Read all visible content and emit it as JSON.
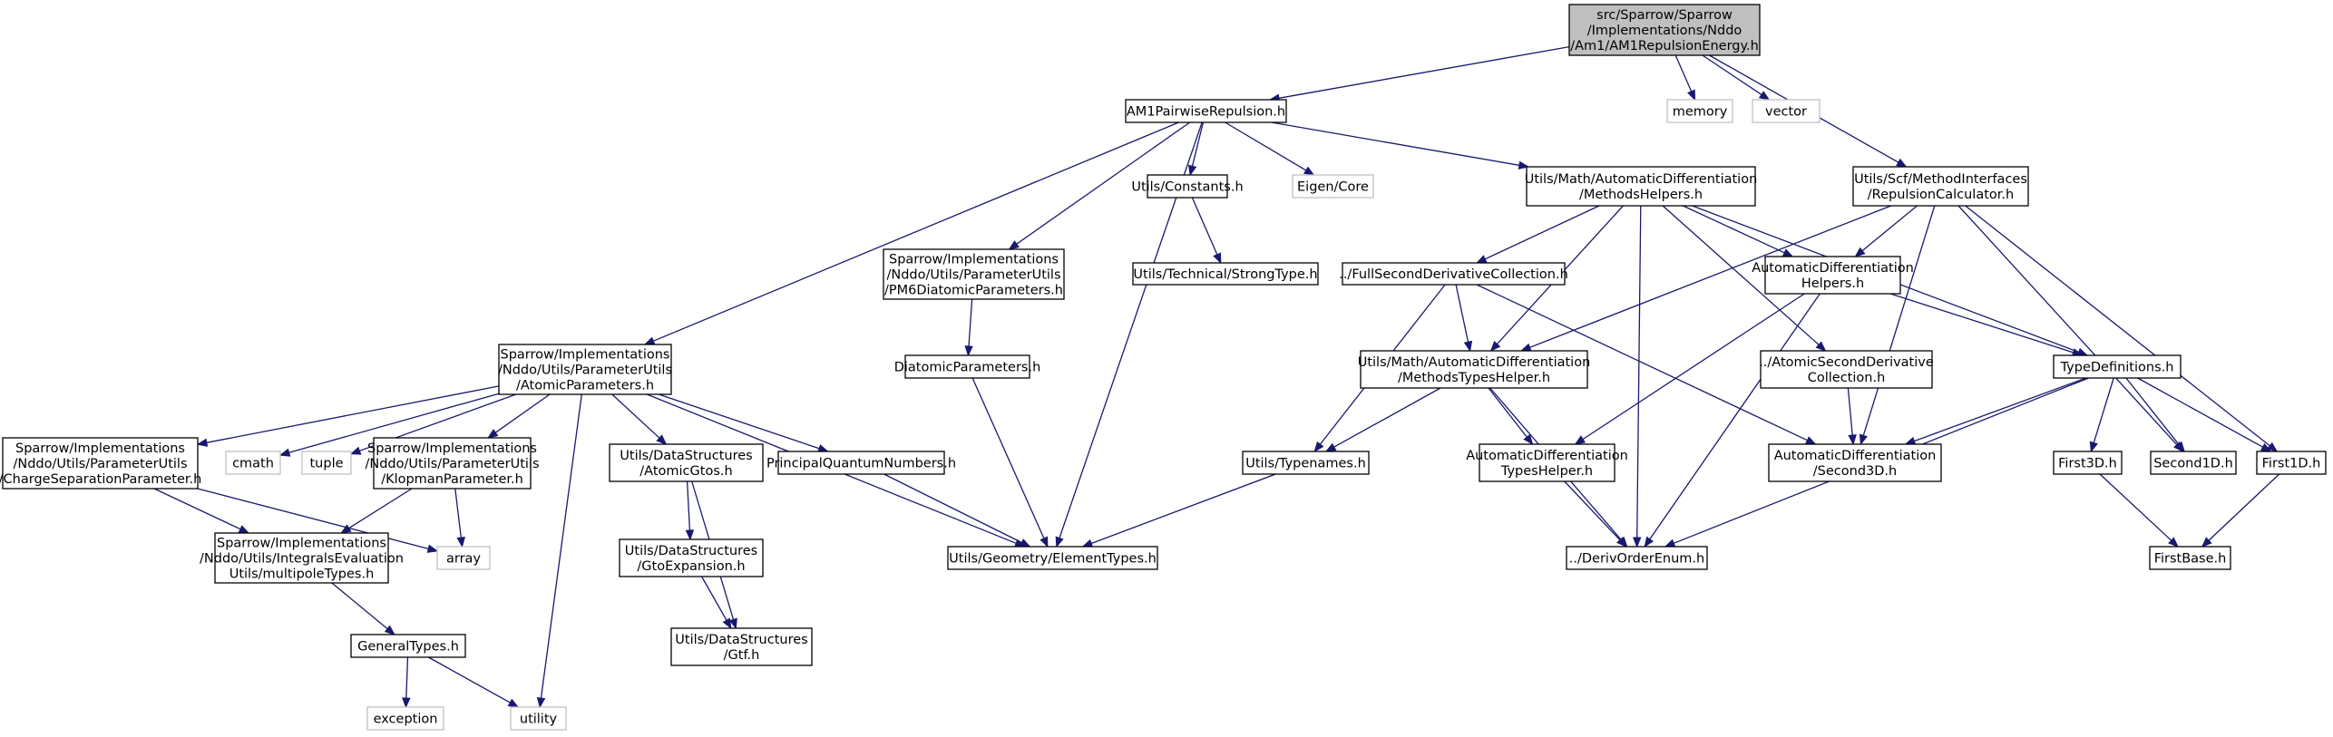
{
  "graph": {
    "type": "include-dependency-graph",
    "nodes": [
      {
        "id": "root",
        "label": "src/Sparrow/Sparrow\n/Implementations/Nddo\n/Am1/AM1RepulsionEnergy.h",
        "kind": "root"
      },
      {
        "id": "am1pr",
        "label": "AM1PairwiseRepulsion.h",
        "kind": "file"
      },
      {
        "id": "memory",
        "label": "memory",
        "kind": "external"
      },
      {
        "id": "vector",
        "label": "vector",
        "kind": "external"
      },
      {
        "id": "repcalc",
        "label": "Utils/Scf/MethodInterfaces\n/RepulsionCalculator.h",
        "kind": "file"
      },
      {
        "id": "consts",
        "label": "Utils/Constants.h",
        "kind": "file"
      },
      {
        "id": "eigen",
        "label": "Eigen/Core",
        "kind": "external"
      },
      {
        "id": "methelp",
        "label": "Utils/Math/AutomaticDifferentiation\n/MethodsHelpers.h",
        "kind": "file"
      },
      {
        "id": "strongtype",
        "label": "Utils/Technical/StrongType.h",
        "kind": "file"
      },
      {
        "id": "pm6dia",
        "label": "Sparrow/Implementations\n/Nddo/Utils/ParameterUtils\n/PM6DiatomicParameters.h",
        "kind": "file"
      },
      {
        "id": "fullsec",
        "label": "../FullSecondDerivativeCollection.h",
        "kind": "file"
      },
      {
        "id": "adhelp",
        "label": "AutomaticDifferentiation\nHelpers.h",
        "kind": "file"
      },
      {
        "id": "diapar",
        "label": "DiatomicParameters.h",
        "kind": "file"
      },
      {
        "id": "atompar",
        "label": "Sparrow/Implementations\n/Nddo/Utils/ParameterUtils\n/AtomicParameters.h",
        "kind": "file"
      },
      {
        "id": "mthelper",
        "label": "Utils/Math/AutomaticDifferentiation\n/MethodsTypesHelper.h",
        "kind": "file"
      },
      {
        "id": "atomsec",
        "label": "../AtomicSecondDerivative\nCollection.h",
        "kind": "file"
      },
      {
        "id": "typedefs",
        "label": "TypeDefinitions.h",
        "kind": "file"
      },
      {
        "id": "chargesep",
        "label": "Sparrow/Implementations\n/Nddo/Utils/ParameterUtils\n/ChargeSeparationParameter.h",
        "kind": "file"
      },
      {
        "id": "cmath",
        "label": "cmath",
        "kind": "external"
      },
      {
        "id": "tuple",
        "label": "tuple",
        "kind": "external"
      },
      {
        "id": "klopman",
        "label": "Sparrow/Implementations\n/Nddo/Utils/ParameterUtils\n/KlopmanParameter.h",
        "kind": "file"
      },
      {
        "id": "atomgtos",
        "label": "Utils/DataStructures\n/AtomicGtos.h",
        "kind": "file"
      },
      {
        "id": "pqn",
        "label": "PrincipalQuantumNumbers.h",
        "kind": "file"
      },
      {
        "id": "typenames",
        "label": "Utils/Typenames.h",
        "kind": "file"
      },
      {
        "id": "adtypeshelp",
        "label": "AutomaticDifferentiation\nTypesHelper.h",
        "kind": "file"
      },
      {
        "id": "second3d",
        "label": "AutomaticDifferentiation\n/Second3D.h",
        "kind": "file"
      },
      {
        "id": "first3d",
        "label": "First3D.h",
        "kind": "file"
      },
      {
        "id": "second1d",
        "label": "Second1D.h",
        "kind": "file"
      },
      {
        "id": "first1d",
        "label": "First1D.h",
        "kind": "file"
      },
      {
        "id": "array",
        "label": "array",
        "kind": "external"
      },
      {
        "id": "multipole",
        "label": "Sparrow/Implementations\n/Nddo/Utils/IntegralsEvaluation\nUtils/multipoleTypes.h",
        "kind": "file"
      },
      {
        "id": "gtoexp",
        "label": "Utils/DataStructures\n/GtoExpansion.h",
        "kind": "file"
      },
      {
        "id": "elemtypes",
        "label": "Utils/Geometry/ElementTypes.h",
        "kind": "file"
      },
      {
        "id": "derivorder",
        "label": "../DerivOrderEnum.h",
        "kind": "file"
      },
      {
        "id": "firstbase",
        "label": "FirstBase.h",
        "kind": "file"
      },
      {
        "id": "gentypes",
        "label": "GeneralTypes.h",
        "kind": "file"
      },
      {
        "id": "gtf",
        "label": "Utils/DataStructures\n/Gtf.h",
        "kind": "file"
      },
      {
        "id": "exception",
        "label": "exception",
        "kind": "external"
      },
      {
        "id": "utility",
        "label": "utility",
        "kind": "external"
      }
    ],
    "edges": [
      [
        "root",
        "am1pr"
      ],
      [
        "root",
        "memory"
      ],
      [
        "root",
        "vector"
      ],
      [
        "root",
        "repcalc"
      ],
      [
        "am1pr",
        "consts"
      ],
      [
        "am1pr",
        "eigen"
      ],
      [
        "am1pr",
        "methelp"
      ],
      [
        "am1pr",
        "pm6dia"
      ],
      [
        "am1pr",
        "atompar"
      ],
      [
        "am1pr",
        "elemtypes"
      ],
      [
        "consts",
        "strongtype"
      ],
      [
        "methelp",
        "fullsec"
      ],
      [
        "methelp",
        "adhelp"
      ],
      [
        "methelp",
        "mthelper"
      ],
      [
        "methelp",
        "atomsec"
      ],
      [
        "methelp",
        "typedefs"
      ],
      [
        "methelp",
        "derivorder"
      ],
      [
        "repcalc",
        "mthelper"
      ],
      [
        "repcalc",
        "adhelp"
      ],
      [
        "repcalc",
        "second3d"
      ],
      [
        "repcalc",
        "second1d"
      ],
      [
        "repcalc",
        "first1d"
      ],
      [
        "pm6dia",
        "diapar"
      ],
      [
        "diapar",
        "elemtypes"
      ],
      [
        "fullsec",
        "typenames"
      ],
      [
        "fullsec",
        "mthelper"
      ],
      [
        "fullsec",
        "second3d"
      ],
      [
        "adhelp",
        "typedefs"
      ],
      [
        "adhelp",
        "adtypeshelp"
      ],
      [
        "adhelp",
        "derivorder"
      ],
      [
        "atompar",
        "chargesep"
      ],
      [
        "atompar",
        "cmath"
      ],
      [
        "atompar",
        "tuple"
      ],
      [
        "atompar",
        "klopman"
      ],
      [
        "atompar",
        "atomgtos"
      ],
      [
        "atompar",
        "pqn"
      ],
      [
        "atompar",
        "elemtypes"
      ],
      [
        "atompar",
        "utility"
      ],
      [
        "mthelper",
        "typenames"
      ],
      [
        "mthelper",
        "adtypeshelp"
      ],
      [
        "mthelper",
        "derivorder"
      ],
      [
        "atomsec",
        "second3d"
      ],
      [
        "typedefs",
        "second3d"
      ],
      [
        "typedefs",
        "first3d"
      ],
      [
        "typedefs",
        "second1d"
      ],
      [
        "typedefs",
        "first1d"
      ],
      [
        "typedefs",
        "derivorder"
      ],
      [
        "chargesep",
        "multipole"
      ],
      [
        "chargesep",
        "array"
      ],
      [
        "klopman",
        "multipole"
      ],
      [
        "klopman",
        "array"
      ],
      [
        "atomgtos",
        "gtoexp"
      ],
      [
        "atomgtos",
        "gtf"
      ],
      [
        "pqn",
        "elemtypes"
      ],
      [
        "typenames",
        "elemtypes"
      ],
      [
        "adtypeshelp",
        "derivorder"
      ],
      [
        "first3d",
        "firstbase"
      ],
      [
        "first1d",
        "firstbase"
      ],
      [
        "multipole",
        "gentypes"
      ],
      [
        "gtoexp",
        "gtf"
      ],
      [
        "gentypes",
        "exception"
      ],
      [
        "gentypes",
        "utility"
      ]
    ]
  }
}
